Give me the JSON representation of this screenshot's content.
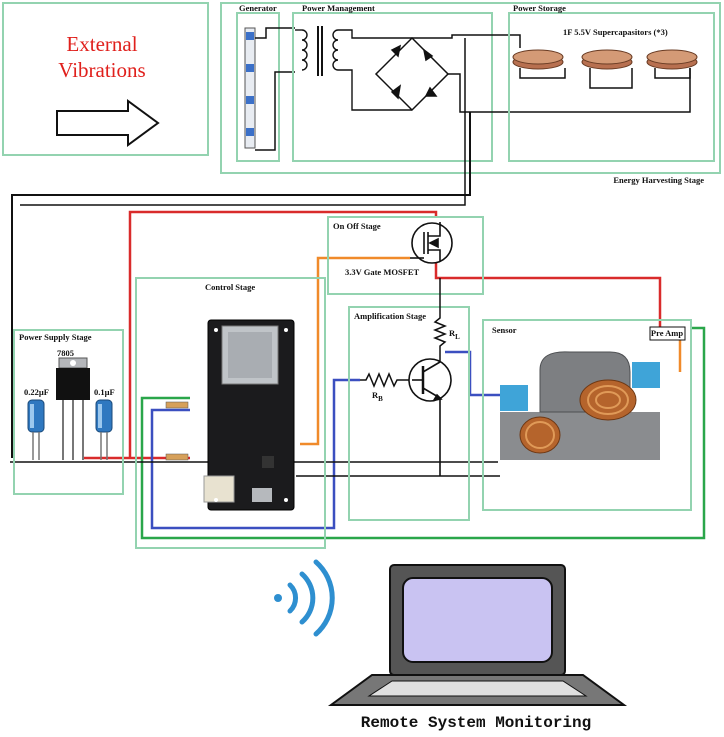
{
  "intro": {
    "title_line1": "External",
    "title_line2": "Vibrations",
    "title_color": "#e0201c"
  },
  "stages": {
    "generator": "Generator",
    "power_management": "Power Management",
    "power_storage": "Power Storage",
    "supercaps": "1F 5.5V Supercapasitors  (*3)",
    "energy_harvesting": "Energy Harvesting Stage",
    "on_off": "On Off Stage",
    "mosfet": "3.3V Gate MOSFET",
    "control": "Control Stage",
    "amplification": "Amplification Stage",
    "rl": "R",
    "rl_sub": "L",
    "rb": "R",
    "rb_sub": "B",
    "sensor": "Sensor",
    "pre_amp": "Pre Amp",
    "power_supply": "Power Supply Stage",
    "regulator": "7805",
    "cap1": "0.22µF",
    "cap2": "0.1µF"
  },
  "footer": {
    "caption": "Remote System Monitoring"
  },
  "colors": {
    "box_green": "#93d3b0",
    "wire_red": "#d92b2b",
    "wire_orange": "#f08a2a",
    "wire_blue": "#3b4fc0",
    "wire_green": "#2aa64a",
    "screen": "#c9c3f2",
    "wifi": "#2e8fd0"
  },
  "icons": [
    "arrow-right-icon",
    "wifi-icon",
    "laptop-icon",
    "transformer-icon",
    "bridge-rectifier-icon",
    "supercapacitor-icon",
    "mosfet-icon",
    "transistor-icon",
    "resistor-icon",
    "voltage-regulator-icon",
    "capacitor-icon",
    "esp32-board-icon",
    "coil-sensor-icon"
  ]
}
